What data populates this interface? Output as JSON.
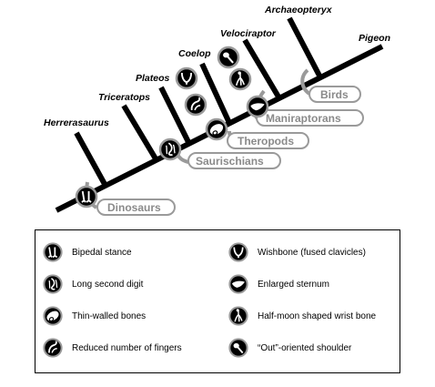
{
  "tips": {
    "herrerasaurus": "Herrerasaurus",
    "triceratops": "Triceratops",
    "plateos": "Plateos",
    "coelop": "Coelop",
    "velociraptor": "Velociraptor",
    "archaeopteryx": "Archaeopteryx",
    "pigeon": "Pigeon"
  },
  "clades": {
    "dinosaurs": "Dinosaurs",
    "saurischians": "Saurischians",
    "theropods": "Theropods",
    "maniraptorans": "Maniraptorans",
    "birds": "Birds"
  },
  "legend": {
    "bipedal": "Bipedal stance",
    "second_digit": "Long second digit",
    "thin_bones": "Thin-walled bones",
    "fingers": "Reduced number of fingers",
    "wishbone": "Wishbone (fused clavicles)",
    "sternum": "Enlarged sternum",
    "wrist": "Half-moon shaped wrist bone",
    "shoulder": "“Out”-oriented shoulder"
  }
}
